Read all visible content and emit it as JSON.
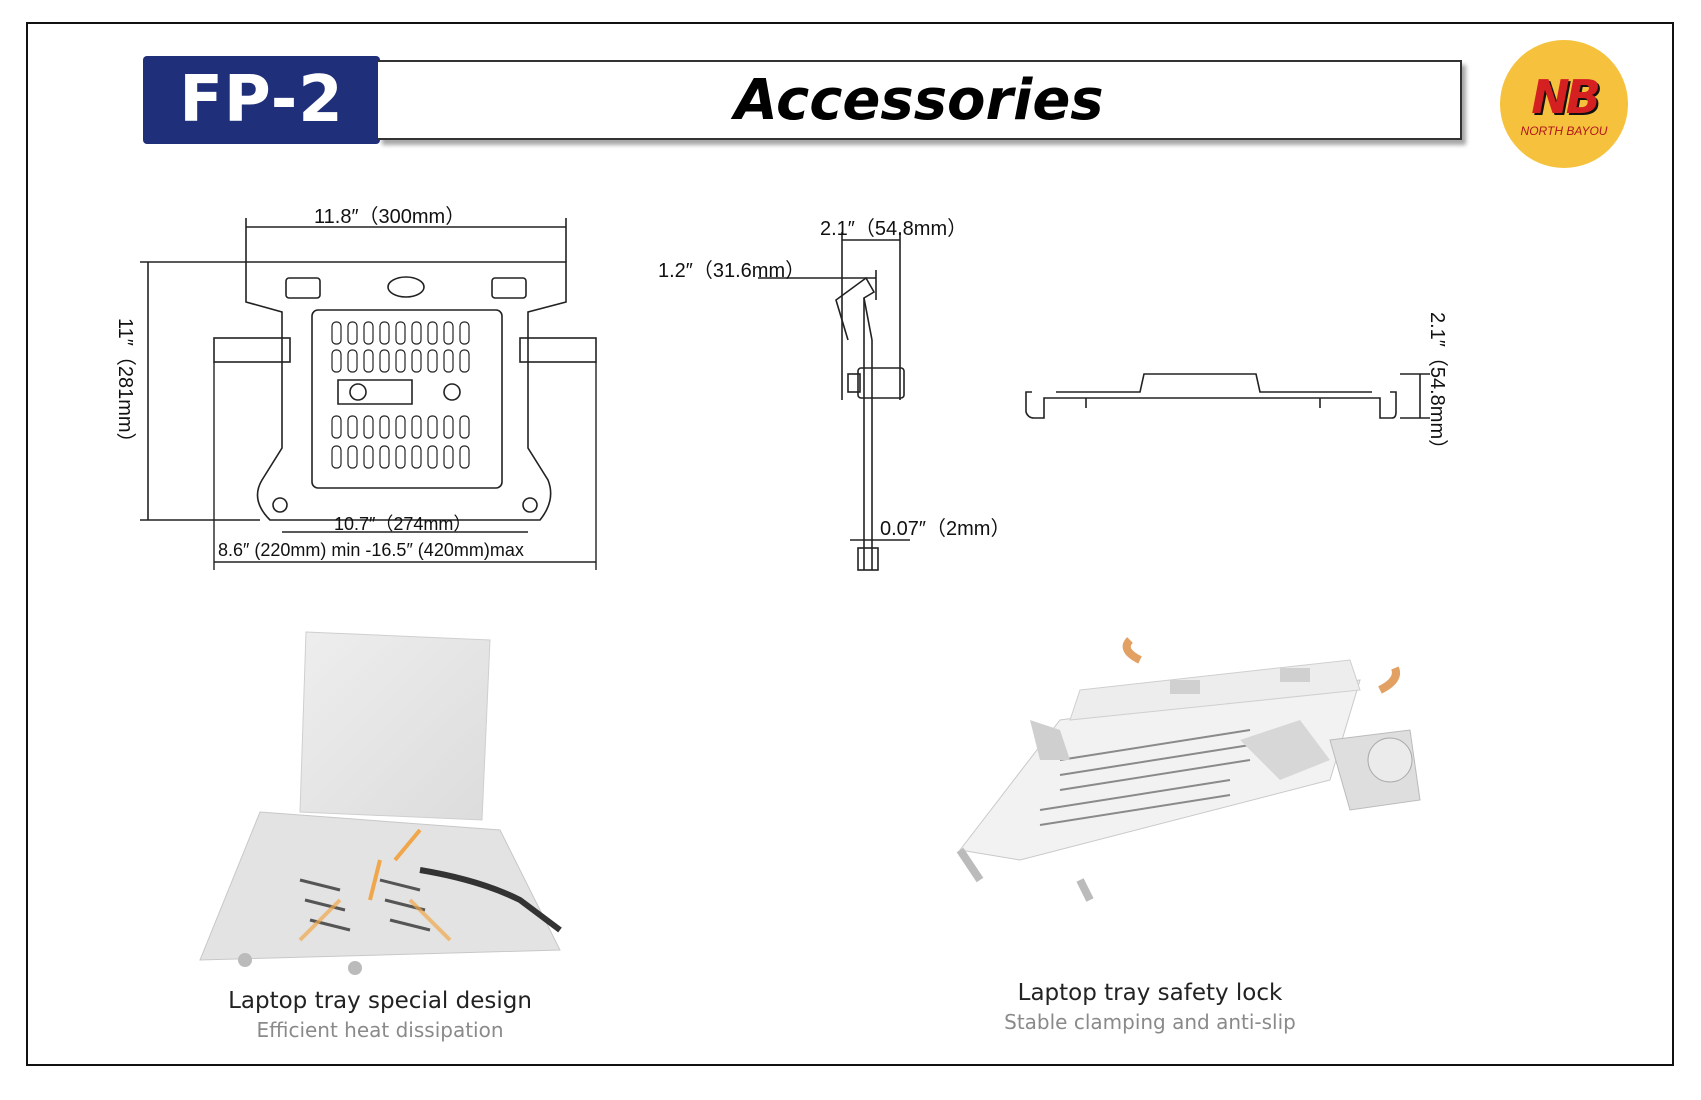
{
  "header": {
    "model": "FP-2",
    "title": "Accessories"
  },
  "logo": {
    "mark": "NB",
    "text": "NORTH BAYOU"
  },
  "dimensions": {
    "tray_width": "11.8″（300mm）",
    "tray_height": "11″（281mm）",
    "tray_inner": "10.7″（274mm）",
    "tray_range": "8.6″ (220mm) min -16.5″ (420mm)max",
    "side_depth": "2.1″（54.8mm）",
    "side_hook": "1.2″（31.6mm）",
    "side_thickness": "0.07″（2mm）",
    "front_height": "2.1″（54.8mm）"
  },
  "captions": [
    {
      "main": "Laptop tray special design",
      "sub": "Efficient heat dissipation"
    },
    {
      "main": "Laptop tray safety lock",
      "sub": "Stable clamping and anti-slip"
    }
  ]
}
